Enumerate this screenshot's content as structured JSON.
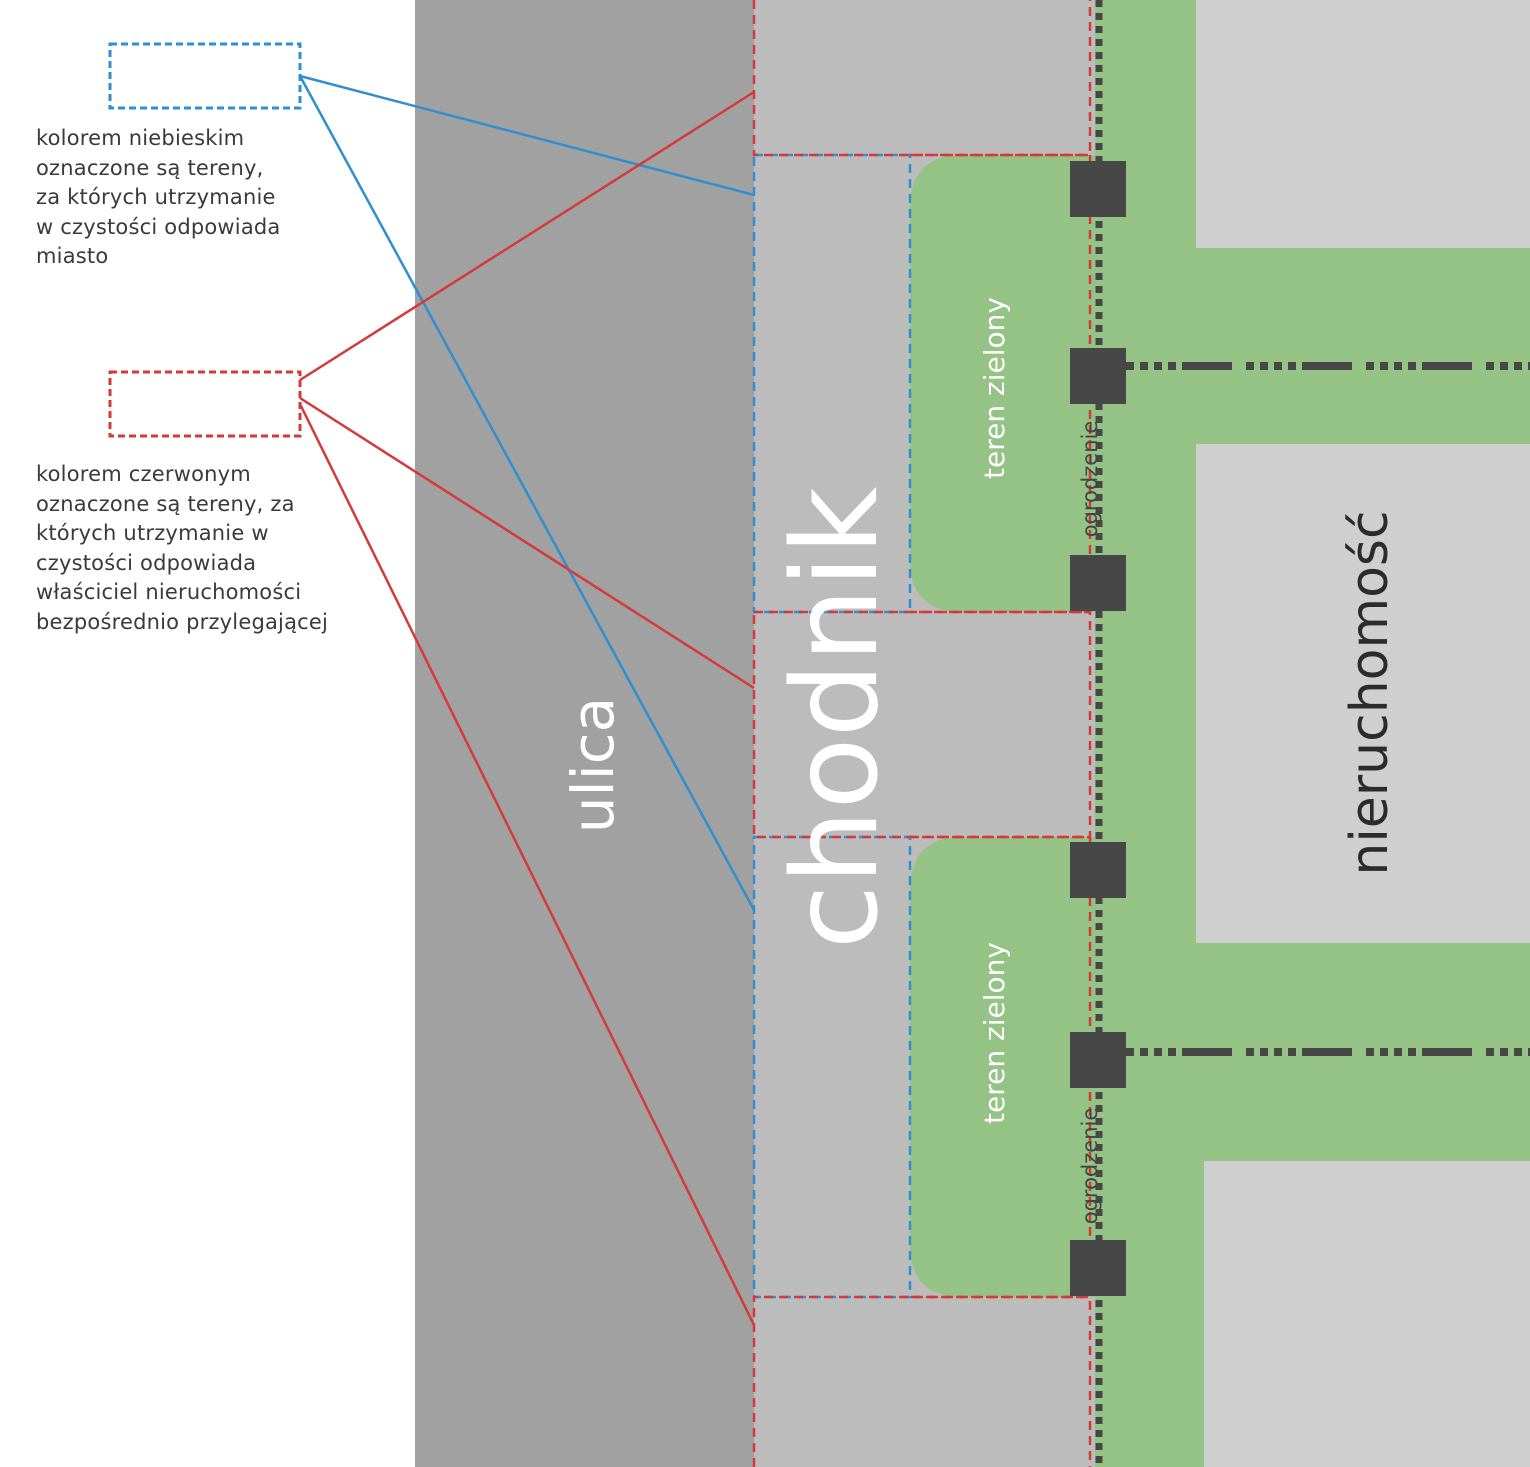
{
  "legend": {
    "blue_text": "kolorem niebieskim\noznaczone są tereny,\nza których utrzymanie\nw czystości odpowiada\nmiasto",
    "red_text": "kolorem czerwonym\noznaczone są tereny, za\nktórych utrzymanie w\nczystości odpowiada\nwłaściciel nieruchomości\nbezpośrednio przylegającej"
  },
  "labels": {
    "street": "ulica",
    "sidewalk": "chodnik",
    "green_area_1": "teren zielony",
    "green_area_2": "teren zielony",
    "fence_1": "ogrodzenie",
    "fence_2": "ogrodzenie",
    "property": "nieruchomość"
  },
  "colors": {
    "street": "#a1a1a1",
    "sidewalk": "#bcbcbc",
    "green": "#94c385",
    "property": "#cfcfcf",
    "fence": "#474747",
    "blue_marker": "#2f8fd0",
    "red_marker": "#d43a3a",
    "text": "#3a3a3a"
  }
}
